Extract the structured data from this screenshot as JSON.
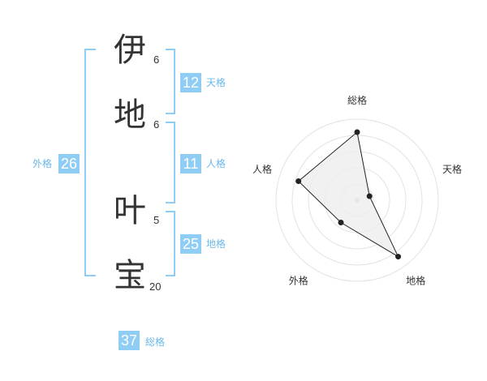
{
  "name": {
    "characters": [
      {
        "char": "伊",
        "strokes": "6"
      },
      {
        "char": "地",
        "strokes": "6"
      },
      {
        "char": "叶",
        "strokes": "5"
      },
      {
        "char": "宝",
        "strokes": "20"
      }
    ]
  },
  "fortunes": {
    "tenkaku": {
      "label": "天格",
      "value": "12"
    },
    "jinkaku": {
      "label": "人格",
      "value": "11"
    },
    "chikaku": {
      "label": "地格",
      "value": "25"
    },
    "gaikaku": {
      "label": "外格",
      "value": "26"
    },
    "soukaku": {
      "label": "総格",
      "value": "37"
    }
  },
  "colors": {
    "accent": "#8fcdf5",
    "label": "#6ab8ea",
    "text": "#333333"
  },
  "chart_data": {
    "type": "radar",
    "axes": [
      "総格",
      "天格",
      "地格",
      "外格",
      "人格"
    ],
    "values": [
      4.2,
      0.8,
      4.3,
      1.7,
      3.8
    ],
    "range": [
      0,
      5
    ],
    "rings": 5
  }
}
